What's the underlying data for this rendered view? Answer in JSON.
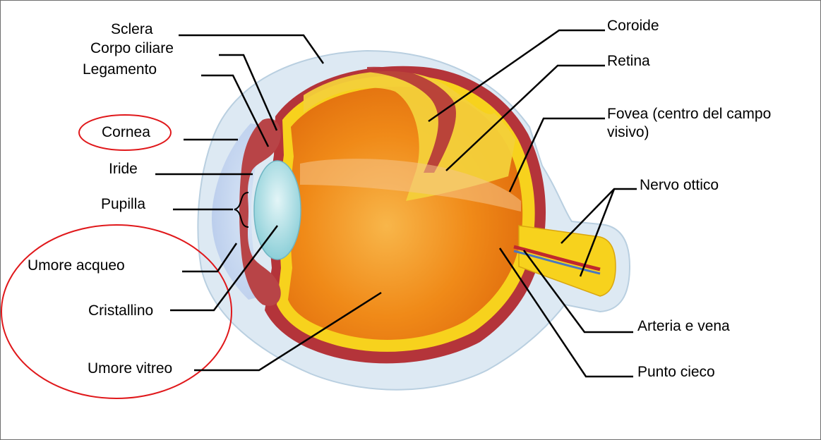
{
  "labels": {
    "sclera": "Sclera",
    "corpo_ciliare": "Corpo ciliare",
    "legamento": "Legamento",
    "cornea": "Cornea",
    "iride": "Iride",
    "pupilla": "Pupilla",
    "umore_acqueo": "Umore acqueo",
    "cristallino": "Cristallino",
    "umore_vitreo": "Umore vitreo",
    "coroide": "Coroide",
    "retina": "Retina",
    "fovea_line1": "Fovea (centro del campo",
    "fovea_line2": "visivo)",
    "nervo_ottico": "Nervo ottico",
    "arteria_vena": "Arteria e vena",
    "punto_cieco": "Punto cieco"
  },
  "colors": {
    "highlight_ellipse": "#e0181b",
    "leader_lines": "#000000",
    "sclera_fill": "#dde9f3",
    "vitreous": "#f18a14",
    "retina": "#f7d21d",
    "choroid": "#b4343a",
    "lens": "#a9dce3"
  }
}
